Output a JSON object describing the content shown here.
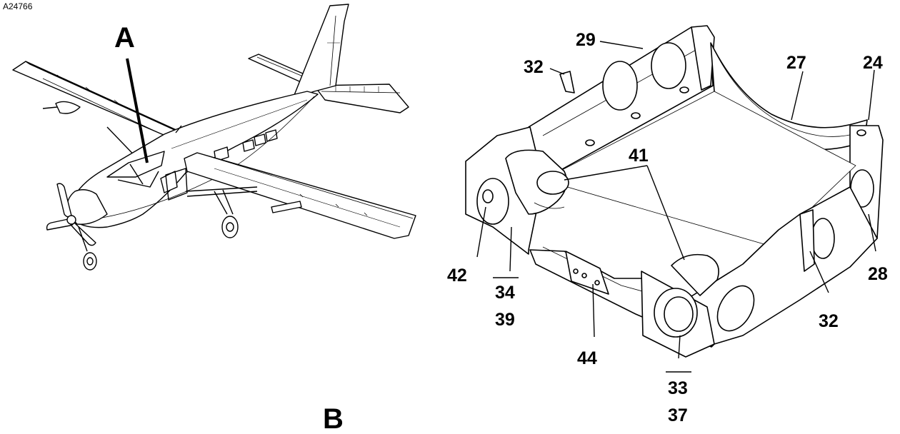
{
  "figure_id": "A24766",
  "view_a_label": "A",
  "view_b_label": "B",
  "callouts": {
    "c29": "29",
    "c32_top": "32",
    "c27": "27",
    "c24": "24",
    "c41": "41",
    "c42": "42",
    "c34": "34",
    "c39": "39",
    "c28": "28",
    "c32_right": "32",
    "c44": "44",
    "c33": "33",
    "c37": "37"
  }
}
